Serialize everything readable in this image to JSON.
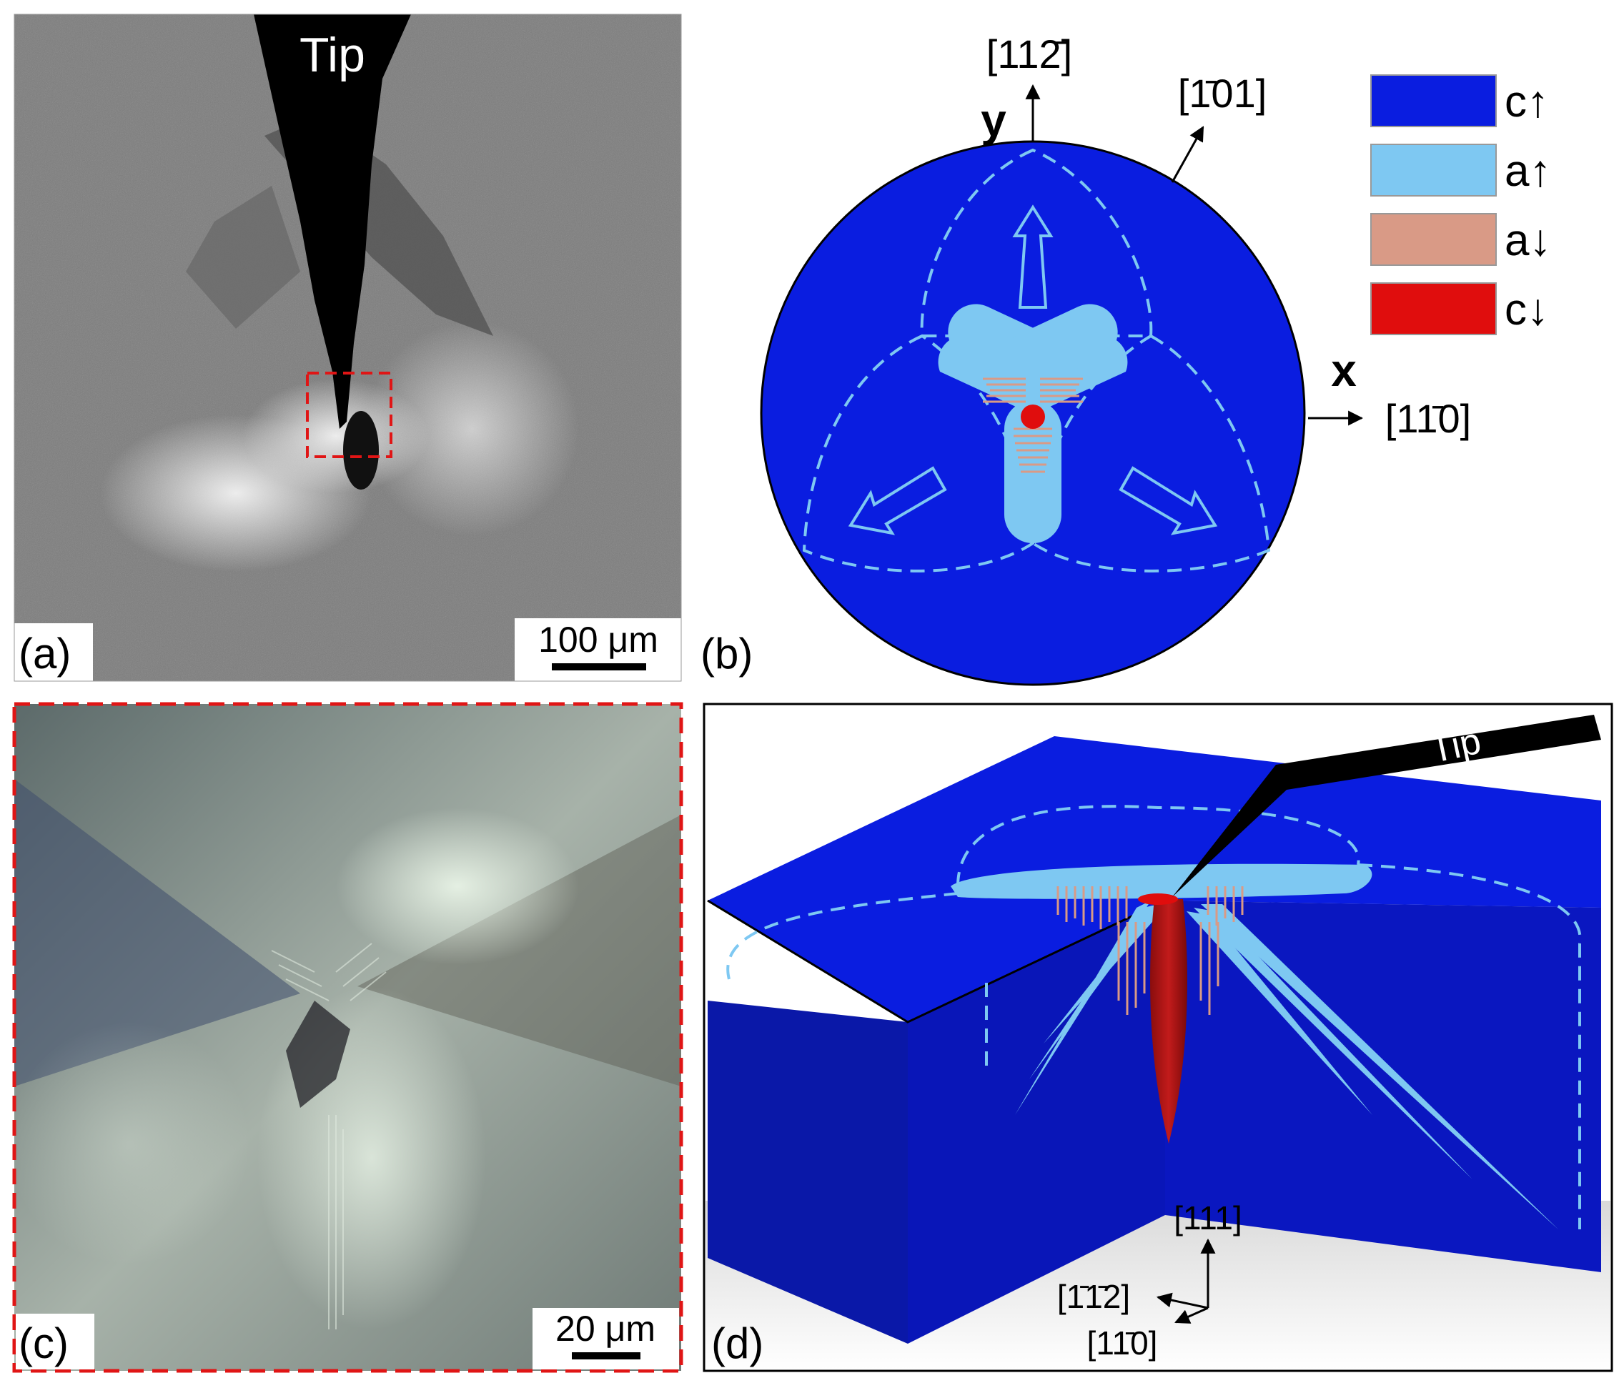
{
  "panels": {
    "a": {
      "label": "(a)",
      "tip_label": "Tip",
      "scale_bar": "100 μm"
    },
    "b": {
      "label": "(b)",
      "axis_y": "y",
      "axis_x": "x",
      "dir_y": "[112̄]",
      "dir_diag": "[1̄01]",
      "dir_x": "[11̄0]",
      "legend": [
        {
          "name": "legend-c-up",
          "text": "c↑",
          "color": "#0a1de0"
        },
        {
          "name": "legend-a-up",
          "text": "a↑",
          "color": "#7ec8f2"
        },
        {
          "name": "legend-a-down",
          "text": "a↓",
          "color": "#d99a86"
        },
        {
          "name": "legend-c-down",
          "text": "c↓",
          "color": "#e00d0d"
        }
      ]
    },
    "c": {
      "label": "(c)",
      "scale_bar": "20 μm"
    },
    "d": {
      "label": "(d)",
      "tip_label": "Tip",
      "axis_111": "[111]",
      "axis_112": "[1̄1̄2]",
      "axis_110": "[11̄0]"
    }
  },
  "colors": {
    "c_up": "#0a1de0",
    "a_up": "#7ec8f2",
    "a_down": "#d99a86",
    "c_down": "#e00d0d",
    "dashed": "#7ec8f2"
  }
}
